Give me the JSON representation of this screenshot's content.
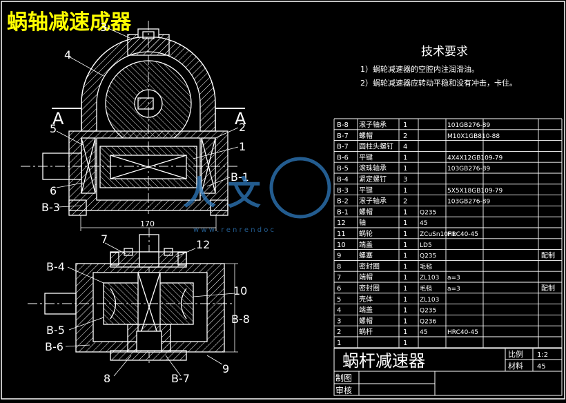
{
  "header": {
    "title": "蜗轴减速成器"
  },
  "tech": {
    "title": "技术要求",
    "req1": "1）蜗轮减速器的空腔内注润滑油。",
    "req2": "2）蜗轮减速器应转动平稳和没有冲击，卡住。"
  },
  "section": {
    "a_left": "A",
    "a_right": "A"
  },
  "dims": {
    "width_170": "170"
  },
  "watermark": {
    "chars": "人 文",
    "url": "w w w . r e n r e n d o c"
  },
  "top_labels": {
    "l3": "3",
    "l4": "4",
    "l5": "5",
    "l2": "2",
    "l1": "1",
    "l6": "6",
    "b1": "B-1",
    "b3": "B-3"
  },
  "bottom_labels": {
    "l7": "7",
    "l12": "12",
    "l10": "10",
    "l8": "8",
    "l9": "9",
    "b4": "B-4",
    "b5": "B-5",
    "b6": "B-6",
    "b7": "B-7",
    "b8": "B-8"
  },
  "bom": [
    {
      "no": "B-8",
      "name": "滚子轴承",
      "qty": "1",
      "mat": "",
      "std": "101GB276-89",
      "note": ""
    },
    {
      "no": "B-7",
      "name": "螺帽",
      "qty": "2",
      "mat": "",
      "std": "M10X1GB810-88",
      "note": ""
    },
    {
      "no": "B-7",
      "name": "圆柱头螺钉",
      "qty": "4",
      "mat": "",
      "std": "",
      "note": ""
    },
    {
      "no": "B-6",
      "name": "平键",
      "qty": "1",
      "mat": "",
      "std": "4X4X12GB109-79",
      "note": ""
    },
    {
      "no": "B-5",
      "name": "滚珠轴承",
      "qty": "1",
      "mat": "",
      "std": "103GB276-89",
      "note": ""
    },
    {
      "no": "B-4",
      "name": "紧定螺钉",
      "qty": "3",
      "mat": "",
      "std": "",
      "note": ""
    },
    {
      "no": "B-3",
      "name": "平键",
      "qty": "1",
      "mat": "",
      "std": "5X5X18GB109-79",
      "note": ""
    },
    {
      "no": "B-2",
      "name": "滚子轴承",
      "qty": "2",
      "mat": "",
      "std": "103GB276-89",
      "note": ""
    },
    {
      "no": "B-1",
      "name": "螺帽",
      "qty": "1",
      "mat": "Q235",
      "std": "",
      "note": ""
    },
    {
      "no": "12",
      "name": "轴",
      "qty": "1",
      "mat": "45",
      "std": "",
      "note": ""
    },
    {
      "no": "11",
      "name": "蜗轮",
      "qty": "1",
      "mat": "ZCuSn10P1",
      "std": "HRC40-45",
      "note": ""
    },
    {
      "no": "10",
      "name": "端盖",
      "qty": "1",
      "mat": "LD5",
      "std": "",
      "note": ""
    },
    {
      "no": "9",
      "name": "螺塞",
      "qty": "1",
      "mat": "Q235",
      "std": "",
      "note": "配制"
    },
    {
      "no": "8",
      "name": "密封圈",
      "qty": "1",
      "mat": "毛毡",
      "std": "",
      "note": ""
    },
    {
      "no": "7",
      "name": "端帽",
      "qty": "1",
      "mat": "ZL103",
      "std": "a=3",
      "note": ""
    },
    {
      "no": "6",
      "name": "密封圈",
      "qty": "1",
      "mat": "毛毡",
      "std": "a=3",
      "note": "配制"
    },
    {
      "no": "5",
      "name": "壳体",
      "qty": "1",
      "mat": "ZL103",
      "std": "",
      "note": ""
    },
    {
      "no": "4",
      "name": "端盖",
      "qty": "1",
      "mat": "Q235",
      "std": "",
      "note": ""
    },
    {
      "no": "3",
      "name": "螺帽",
      "qty": "1",
      "mat": "Q236",
      "std": "",
      "note": ""
    },
    {
      "no": "2",
      "name": "蜗杆",
      "qty": "1",
      "mat": "45",
      "std": "HRC40-45",
      "note": ""
    },
    {
      "no": "1",
      "name": "",
      "qty": "1",
      "mat": "",
      "std": "",
      "note": ""
    }
  ],
  "titleblock": {
    "name": "蜗杆减速器",
    "scale_label": "比例",
    "scale_value": "1:2",
    "material_label": "材料",
    "material_value": "45",
    "drawn_label": "制图",
    "check_label": "审核"
  },
  "colors": {
    "bg": "#000000",
    "line": "#ffffff",
    "title": "#ffff00",
    "watermark": "#2f7bbf"
  }
}
